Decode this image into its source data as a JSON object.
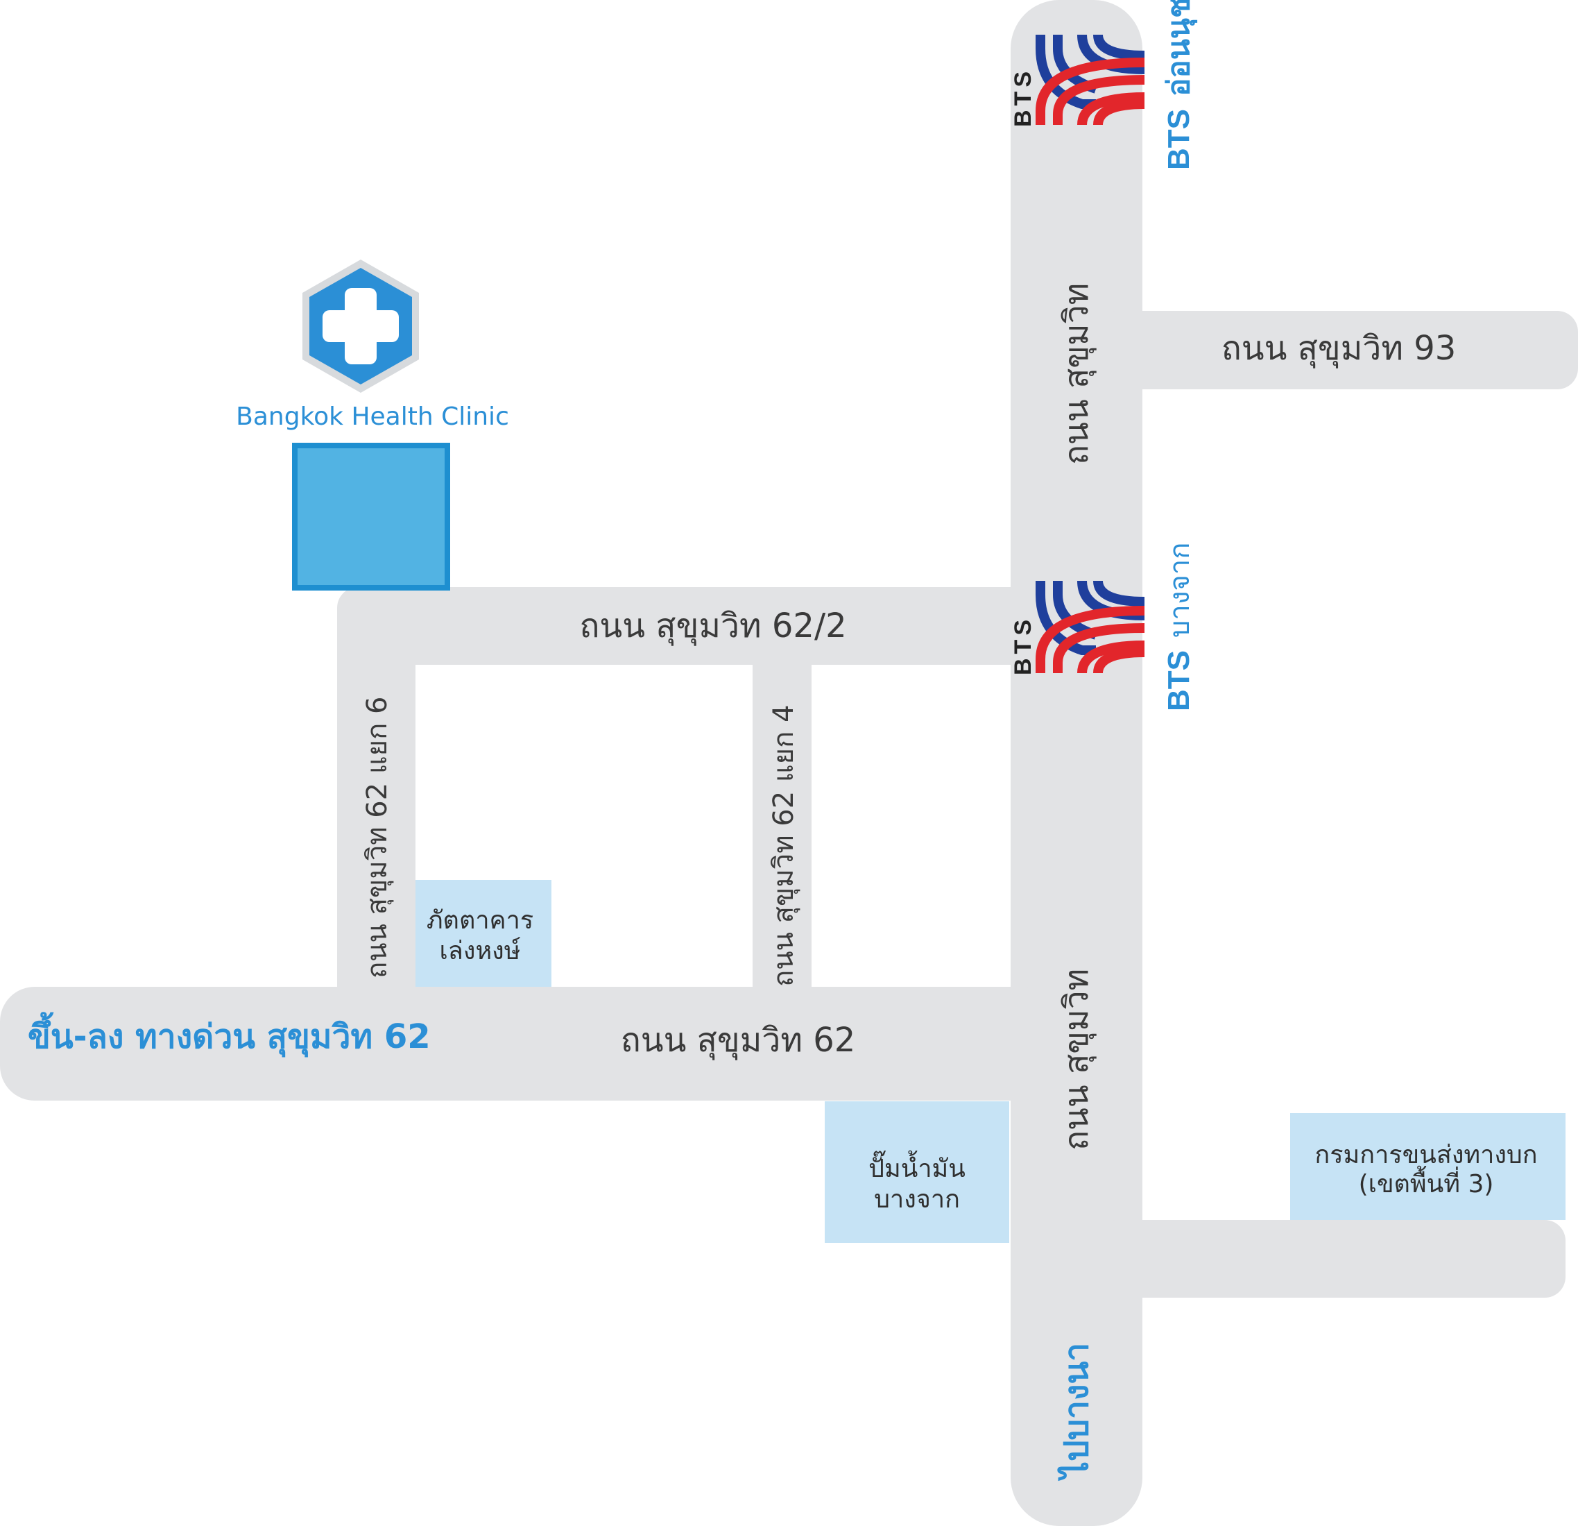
{
  "clinic": {
    "name": "Bangkok Health Clinic",
    "icon": "medical-cross-hexagon-icon",
    "color": "#2b8fd6"
  },
  "roads": {
    "sukhumvit_upper": "ถนน สุขุมวิท",
    "sukhumvit_lower": "ถนน สุขุมวิท",
    "sukhumvit_93": "ถนน สุขุมวิท 93",
    "sukhumvit_62_2": "ถนน สุขุมวิท 62/2",
    "sukhumvit_62_soi6": "ถนน สุขุมวิท 62 แยก 6",
    "sukhumvit_62_soi4": "ถนน สุขุมวิท 62 แยก 4",
    "sukhumvit_62": "ถนน สุขุมวิท 62"
  },
  "expressway": "ขึ้น-ลง ทางด่วน สุขุมวิท 62",
  "to_bangna": "ไปบางนา",
  "bts": {
    "logo_text": "BTS",
    "station_north": {
      "prefix": "BTS",
      "name": "อ่อนนุช"
    },
    "station_south": {
      "prefix": "BTS",
      "name": "บางจาก"
    }
  },
  "landmarks": {
    "restaurant": [
      "ภัตตาคาร",
      "เล่งหงษ์"
    ],
    "gas_station": [
      "ปั๊มน้ำมัน",
      "บางจาก"
    ],
    "dlt": [
      "กรมการขนส่งทางบก",
      "(เขตพื้นที่ 3)"
    ]
  },
  "colors": {
    "road": "#e2e3e5",
    "accent_blue": "#2b8fd6",
    "landmark_fill": "#c6e3f5",
    "clinic_building": "#52b3e3",
    "bts_blue": "#1f3f9c",
    "bts_red": "#e2262b"
  }
}
